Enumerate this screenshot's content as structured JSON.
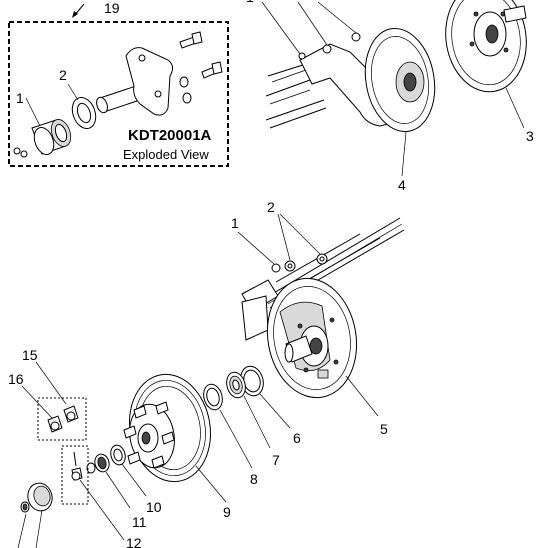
{
  "inset": {
    "model": "KDT20001A",
    "caption": "Exploded View",
    "callout": "19"
  },
  "callouts": {
    "c1_top": "1",
    "c3": "3",
    "c4": "4",
    "c1_mid": "1",
    "c2_mid": "2",
    "c5": "5",
    "c6": "6",
    "c7": "7",
    "c8": "8",
    "c9": "9",
    "c10": "10",
    "c11": "11",
    "c12": "12",
    "c15": "15",
    "c16": "16",
    "c1_inset": "1",
    "c2_inset": "2"
  }
}
